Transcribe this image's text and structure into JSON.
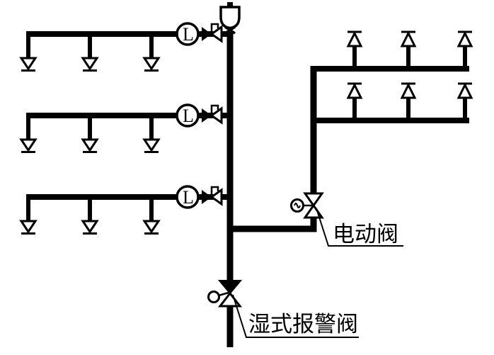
{
  "diagram": {
    "type": "fire-sprinkler-piping-schematic",
    "background": "#ffffff",
    "line_color": "#000000",
    "labels": {
      "electric_valve": "电动阀",
      "wet_alarm_valve": "湿式报警阀"
    },
    "flow_indicator_letter": "L",
    "counts": {
      "left_branches": 3,
      "pendent_sprinklers_per_branch": 3,
      "right_branches": 2,
      "upright_sprinklers_per_branch": 3,
      "flow_indicators": 3,
      "signal_valves": 3,
      "electric_valves": 1,
      "wet_alarm_valves": 1
    }
  }
}
